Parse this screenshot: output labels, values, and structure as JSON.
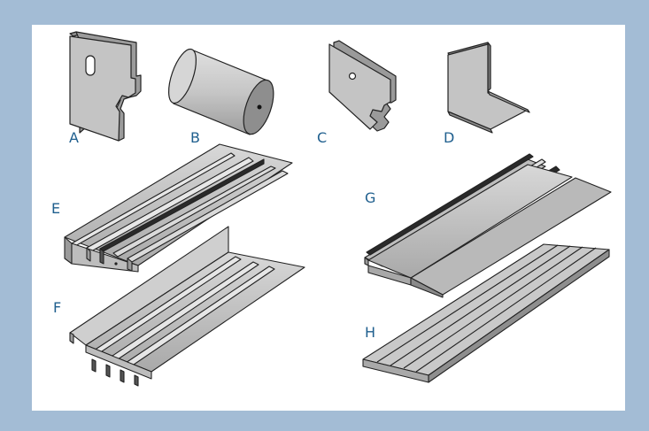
{
  "colors": {
    "frame": "#a3bcd5",
    "panel": "#ffffff",
    "label": "#1f5f8e",
    "part_fill": "#c3c3c3",
    "part_dark": "#8a8a8a",
    "outline": "#222222"
  },
  "parts": [
    {
      "label": "A",
      "shape": "flat plate with slot and notch"
    },
    {
      "label": "B",
      "shape": "cylinder roller"
    },
    {
      "label": "C",
      "shape": "small plate with hole and notches"
    },
    {
      "label": "D",
      "shape": "angle bracket"
    },
    {
      "label": "E",
      "shape": "extruded rail profile"
    },
    {
      "label": "F",
      "shape": "extruded rail profile with flange"
    },
    {
      "label": "G",
      "shape": "extruded rail profile with wide flange"
    },
    {
      "label": "H",
      "shape": "grooved flat strip"
    }
  ]
}
